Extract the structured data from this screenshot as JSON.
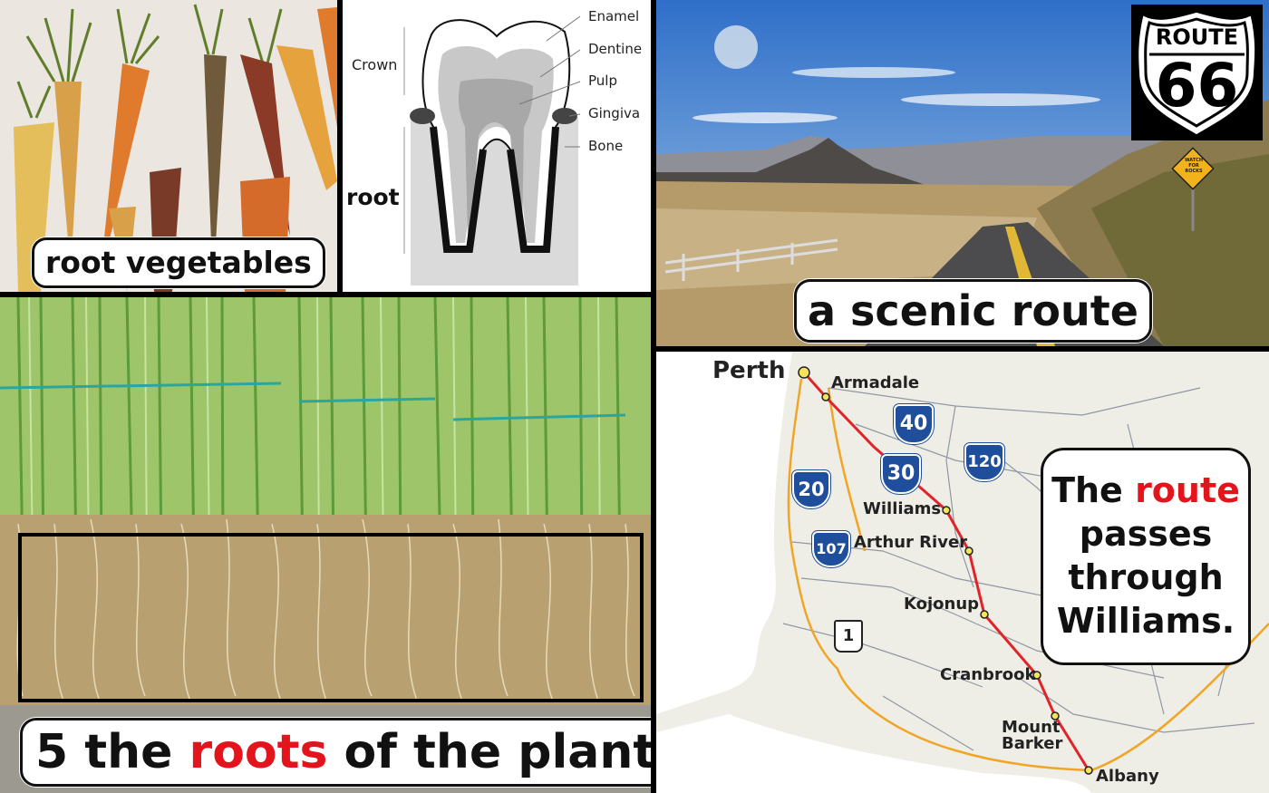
{
  "vegetables": {
    "caption": "root vegetables"
  },
  "tooth": {
    "crown_label": "Crown",
    "root_label": "root",
    "parts": [
      "Enamel",
      "Dentine",
      "Pulp",
      "Gingiva",
      "Bone"
    ]
  },
  "scenic": {
    "caption": "a scenic route",
    "shield_top": "ROUTE",
    "shield_number": "66",
    "sign_text": [
      "WATCH",
      "FOR",
      "ROCKS"
    ]
  },
  "plant": {
    "caption_pre": "5 the ",
    "caption_highlight": "roots",
    "caption_post": " of the plant"
  },
  "map": {
    "towns": [
      "Perth",
      "Armadale",
      "Williams",
      "Arthur River",
      "Kojonup",
      "Cranbrook",
      "Mount",
      "Barker",
      "Albany"
    ],
    "highways": [
      "40",
      "30",
      "120",
      "20",
      "107",
      "1"
    ],
    "note_line1_pre": "The ",
    "note_line1_highlight": "route",
    "note_line2": "passes",
    "note_line3": "through",
    "note_line4": "Williams."
  },
  "colors": {
    "highlight": "#e3141b",
    "route_line": "#e0242a",
    "interstate_blue": "#1f4f9c",
    "map_land": "#efeee6"
  }
}
